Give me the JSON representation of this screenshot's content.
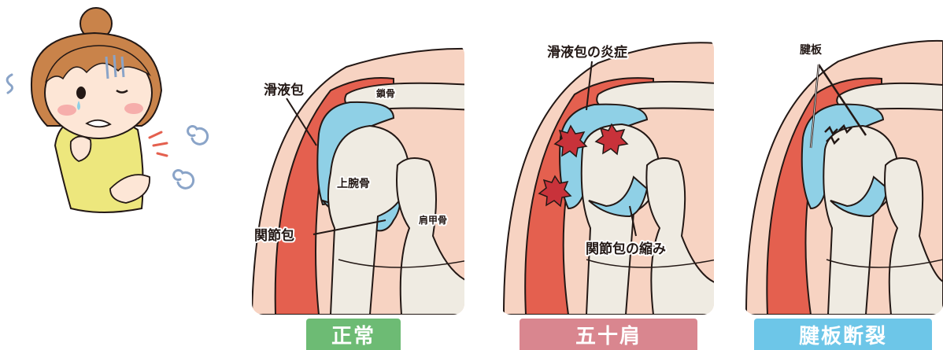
{
  "panels": {
    "normal": {
      "badge": "正常",
      "badge_color": "#6dbb74",
      "labels": {
        "bursa": "滑液包",
        "clavicle": "鎖骨",
        "humerus": "上腕骨",
        "capsule": "関節包",
        "scapula": "肩甲骨"
      }
    },
    "frozen_shoulder": {
      "badge": "五十肩",
      "badge_color": "#d9868f",
      "labels": {
        "inflammation": "滑液包の炎症",
        "contraction": "関節包の縮み"
      }
    },
    "tendon_rupture": {
      "badge": "腱板断裂",
      "badge_color": "#6dc6e8",
      "labels": {
        "tendon": "腱板"
      }
    }
  },
  "colors": {
    "skin": "#f7d3c2",
    "skin_light": "#fbe2d6",
    "muscle": "#e4604f",
    "bursa": "#8fd0e6",
    "bone": "#efebe2",
    "outline": "#231815",
    "inflammation": "#c8323a"
  }
}
